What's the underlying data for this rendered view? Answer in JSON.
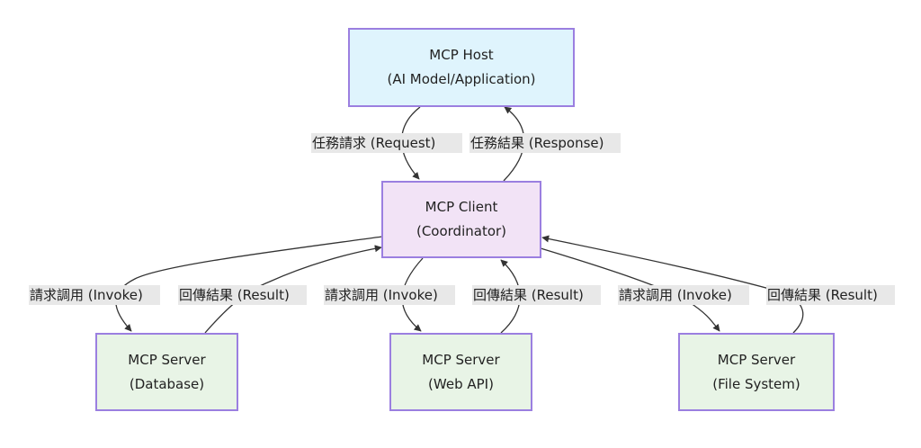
{
  "diagram": {
    "type": "flowchart",
    "colors": {
      "host_fill": "#dff4fd",
      "client_fill": "#f2e3f6",
      "server_fill": "#e8f4e6",
      "node_border": "#9b7fe0",
      "edge": "#333333",
      "label_bg": "#e8e8e8"
    },
    "nodes": {
      "host": {
        "title": "MCP Host",
        "subtitle": "(AI Model/Application)"
      },
      "client": {
        "title": "MCP Client",
        "subtitle": "(Coordinator)"
      },
      "server_db": {
        "title": "MCP Server",
        "subtitle": "(Database)"
      },
      "server_web": {
        "title": "MCP Server",
        "subtitle": "(Web API)"
      },
      "server_fs": {
        "title": "MCP Server",
        "subtitle": "(File System)"
      }
    },
    "edges": [
      {
        "from": "host",
        "to": "client",
        "label": "任務請求 (Request)"
      },
      {
        "from": "client",
        "to": "host",
        "label": "任務結果 (Response)"
      },
      {
        "from": "client",
        "to": "server_db",
        "label": "請求調用 (Invoke)"
      },
      {
        "from": "server_db",
        "to": "client",
        "label": "回傳結果 (Result)"
      },
      {
        "from": "client",
        "to": "server_web",
        "label": "請求調用 (Invoke)"
      },
      {
        "from": "server_web",
        "to": "client",
        "label": "回傳結果 (Result)"
      },
      {
        "from": "client",
        "to": "server_fs",
        "label": "請求調用 (Invoke)"
      },
      {
        "from": "server_fs",
        "to": "client",
        "label": "回傳結果 (Result)"
      }
    ]
  }
}
